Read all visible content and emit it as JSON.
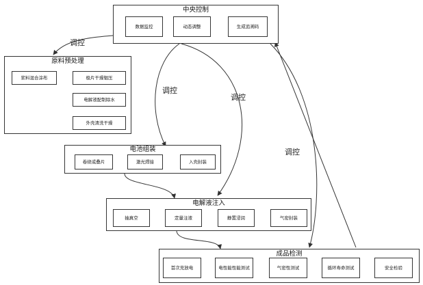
{
  "central": {
    "title": "中央控制",
    "nodes": [
      "数据监控",
      "动态调整",
      "生成追溯码"
    ]
  },
  "pretreat": {
    "title": "原料预处理",
    "nodes": [
      "浆料混合涂布",
      "极片干燥辊压",
      "电解液配制除水",
      "外壳清洗干燥"
    ]
  },
  "assembly": {
    "title": "电池组装",
    "nodes": [
      "卷绕或叠片",
      "激光焊接",
      "入壳封装"
    ]
  },
  "electrolyte": {
    "title": "电解液注入",
    "nodes": [
      "抽真空",
      "定量注液",
      "静置浸润",
      "气密封装"
    ]
  },
  "inspection": {
    "title": "成品检测",
    "nodes": [
      "首次充放电",
      "电性能性能测试",
      "气密性测试",
      "循环寿命测试",
      "安全检验"
    ]
  },
  "links": {
    "control_label": "调控"
  },
  "colors": {
    "line": "#333333",
    "background": "#ffffff"
  }
}
